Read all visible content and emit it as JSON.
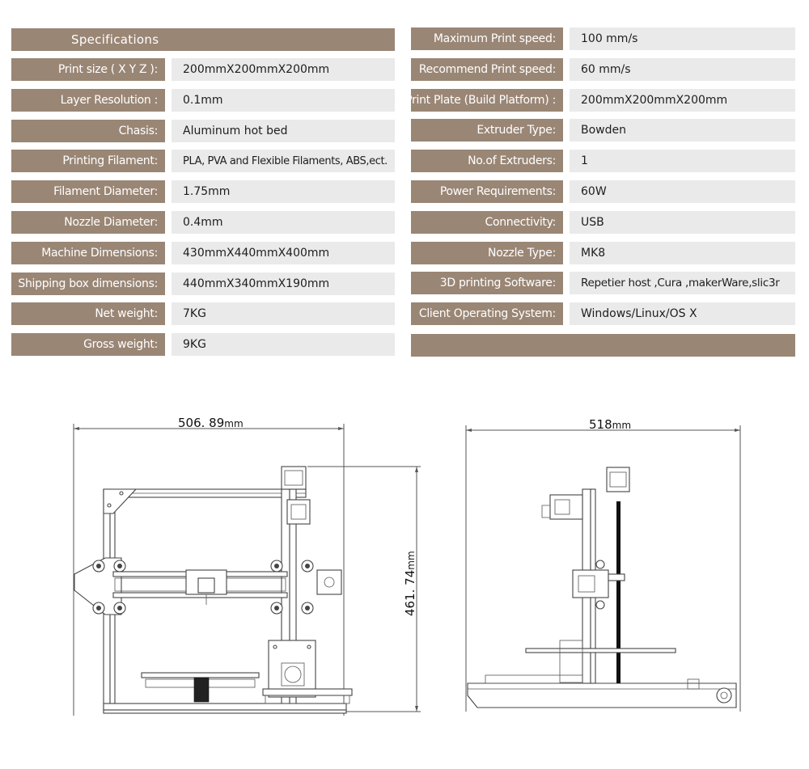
{
  "specs": {
    "header": "Specifications",
    "left": [
      {
        "label": "Print size ( X Y Z ):",
        "value": "200mmX200mmX200mm"
      },
      {
        "label": "Layer Resolution :",
        "value": "0.1mm"
      },
      {
        "label": "Chasis:",
        "value": "Aluminum  hot bed"
      },
      {
        "label": "Printing Filament:",
        "value": "PLA, PVA and Flexible Filaments, ABS,ect."
      },
      {
        "label": "Filament Diameter:",
        "value": "1.75mm"
      },
      {
        "label": "Nozzle Diameter:",
        "value": "0.4mm"
      },
      {
        "label": "Machine Dimensions:",
        "value": "430mmX440mmX400mm"
      },
      {
        "label": "Shipping box dimensions:",
        "value": "440mmX340mmX190mm"
      },
      {
        "label": "Net weight:",
        "value": "7KG"
      },
      {
        "label": "Gross weight:",
        "value": "9KG"
      }
    ],
    "right": [
      {
        "label": "Maximum Print speed:",
        "value": "100 mm/s"
      },
      {
        "label": "Recommend Print speed:",
        "value": "60 mm/s"
      },
      {
        "label": "Print Plate (Build Platform) :",
        "value": "200mmX200mmX200mm"
      },
      {
        "label": "Extruder Type:",
        "value": "Bowden"
      },
      {
        "label": "No.of Extruders:",
        "value": "1"
      },
      {
        "label": "Power Requirements:",
        "value": "60W"
      },
      {
        "label": "Connectivity:",
        "value": "USB"
      },
      {
        "label": "Nozzle Type:",
        "value": "MK8"
      },
      {
        "label": "3D printing Software:",
        "value": "Repetier host ,Cura ,makerWare,slic3r"
      },
      {
        "label": "Client Operating System:",
        "value": "Windows/Linux/OS X"
      }
    ]
  },
  "drawings": {
    "front_width": "506. 89",
    "front_height": "461. 74",
    "side_width": "518",
    "unit": "mm"
  },
  "colors": {
    "label_bg": "#9a8675",
    "value_bg": "#eaeaea"
  }
}
